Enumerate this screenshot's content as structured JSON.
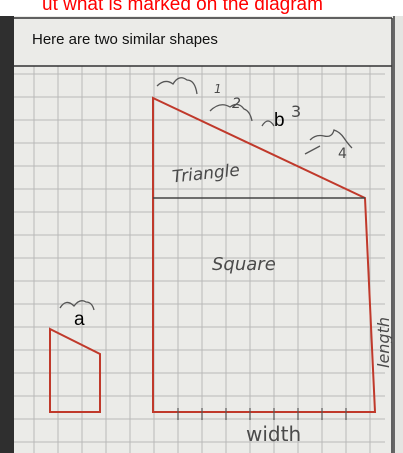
{
  "caption": "ut what is marked on the diagram",
  "worksheet": {
    "heading": "Here are two similar shapes",
    "small_shape_label": "a",
    "triangle_side_label": "b",
    "triangle_label": "Triangle",
    "square_label": "Square",
    "width_label": "width",
    "length_label": "length",
    "segment_marks": [
      "1",
      "2",
      "3",
      "4"
    ]
  },
  "colors": {
    "caption": "#ff0000",
    "shape_outline": "#c0392b",
    "grid": "#b8b8b8",
    "pencil": "#4a4a4a"
  }
}
